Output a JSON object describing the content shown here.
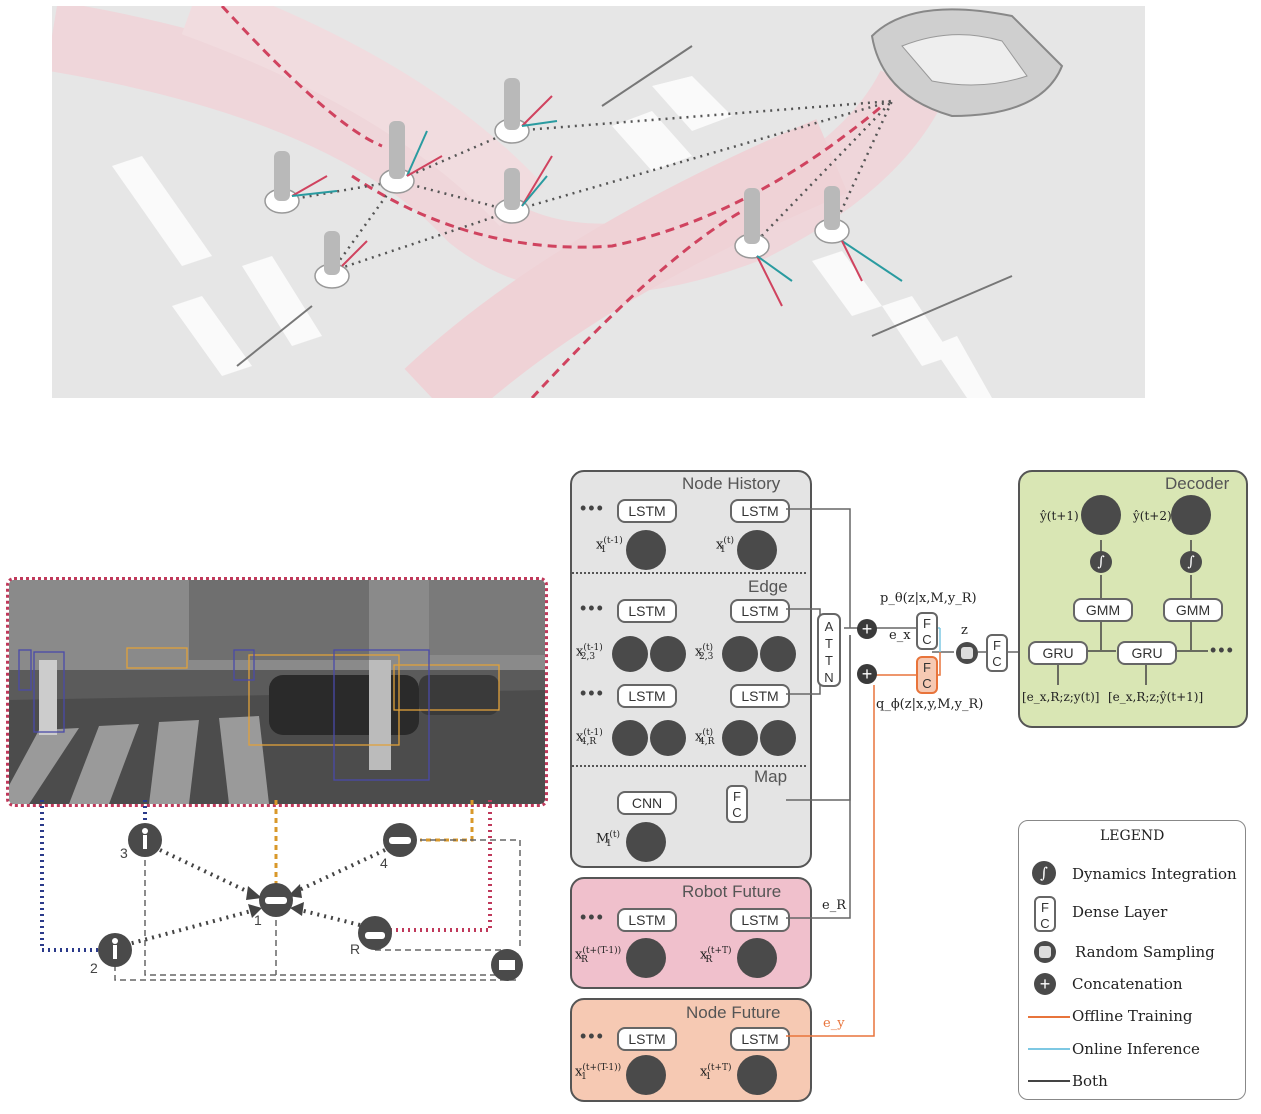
{
  "diagram": {
    "node_history": {
      "title": "Node History",
      "lstm": "LSTM",
      "x_prev": "x",
      "x_prev_sup": "(t-1)",
      "x_prev_sub": "1",
      "x_cur": "x",
      "x_cur_sup": "(t)",
      "x_cur_sub": "1"
    },
    "edge": {
      "title": "Edge",
      "lstm": "LSTM",
      "r1_prev_sup": "(t-1)",
      "r1_prev_sub": "2,3",
      "r1_cur_sup": "(t)",
      "r1_cur_sub": "2,3",
      "r2_prev_sup": "(t-1)",
      "r2_prev_sub": "4,R",
      "r2_cur_sup": "(t)",
      "r2_cur_sub": "4,R"
    },
    "map": {
      "title": "Map",
      "cnn": "CNN",
      "m": "M",
      "m_sup": "(t)",
      "m_sub": "1"
    },
    "robot_future": {
      "title": "Robot Future",
      "lstm": "LSTM",
      "prev_sup": "(t+(T-1))",
      "prev_sub": "R",
      "cur_sup": "(t+T)",
      "cur_sub": "R"
    },
    "node_future": {
      "title": "Node Future",
      "lstm": "LSTM",
      "prev_sup": "(t+(T-1))",
      "prev_sub": "1",
      "cur_sup": "(t+T)",
      "cur_sub": "1"
    },
    "attn": [
      "A",
      "T",
      "T",
      "N"
    ],
    "fc": [
      "F",
      "C"
    ],
    "p_label": "p_θ(z|x,M,y_R)",
    "q_label": "q_ϕ(z|x,y,M,y_R)",
    "e_x": "e_x",
    "e_R": "e_R",
    "e_y": "e_y",
    "z": "z",
    "decoder": {
      "title": "Decoder",
      "gru": "GRU",
      "gmm": "GMM",
      "y1": "ŷ(t+1)",
      "y2": "ŷ(t+2)",
      "in1": "[e_x,R;z;y(t)]",
      "in2": "[e_x,R;z;ŷ(t+1)]"
    },
    "legend": {
      "title": "LEGEND",
      "items": [
        "Dynamics Integration",
        "Dense Layer",
        "Random Sampling",
        "Concatenation",
        "Offline Training",
        "Online Inference",
        "Both"
      ],
      "colors": {
        "offline": "#e8743b",
        "online": "#7ec8e3",
        "both": "#444444"
      }
    },
    "graph_nodes": [
      "1",
      "2",
      "3",
      "4",
      "R"
    ]
  },
  "colors": {
    "history_bg": "#e4e4e4",
    "robot_bg": "#f0c0cc",
    "future_bg": "#f6c9b3",
    "decoder_bg": "#d9e6b4",
    "pink": "#c0395b",
    "navy": "#2b3a8a",
    "orange": "#d9982a"
  }
}
